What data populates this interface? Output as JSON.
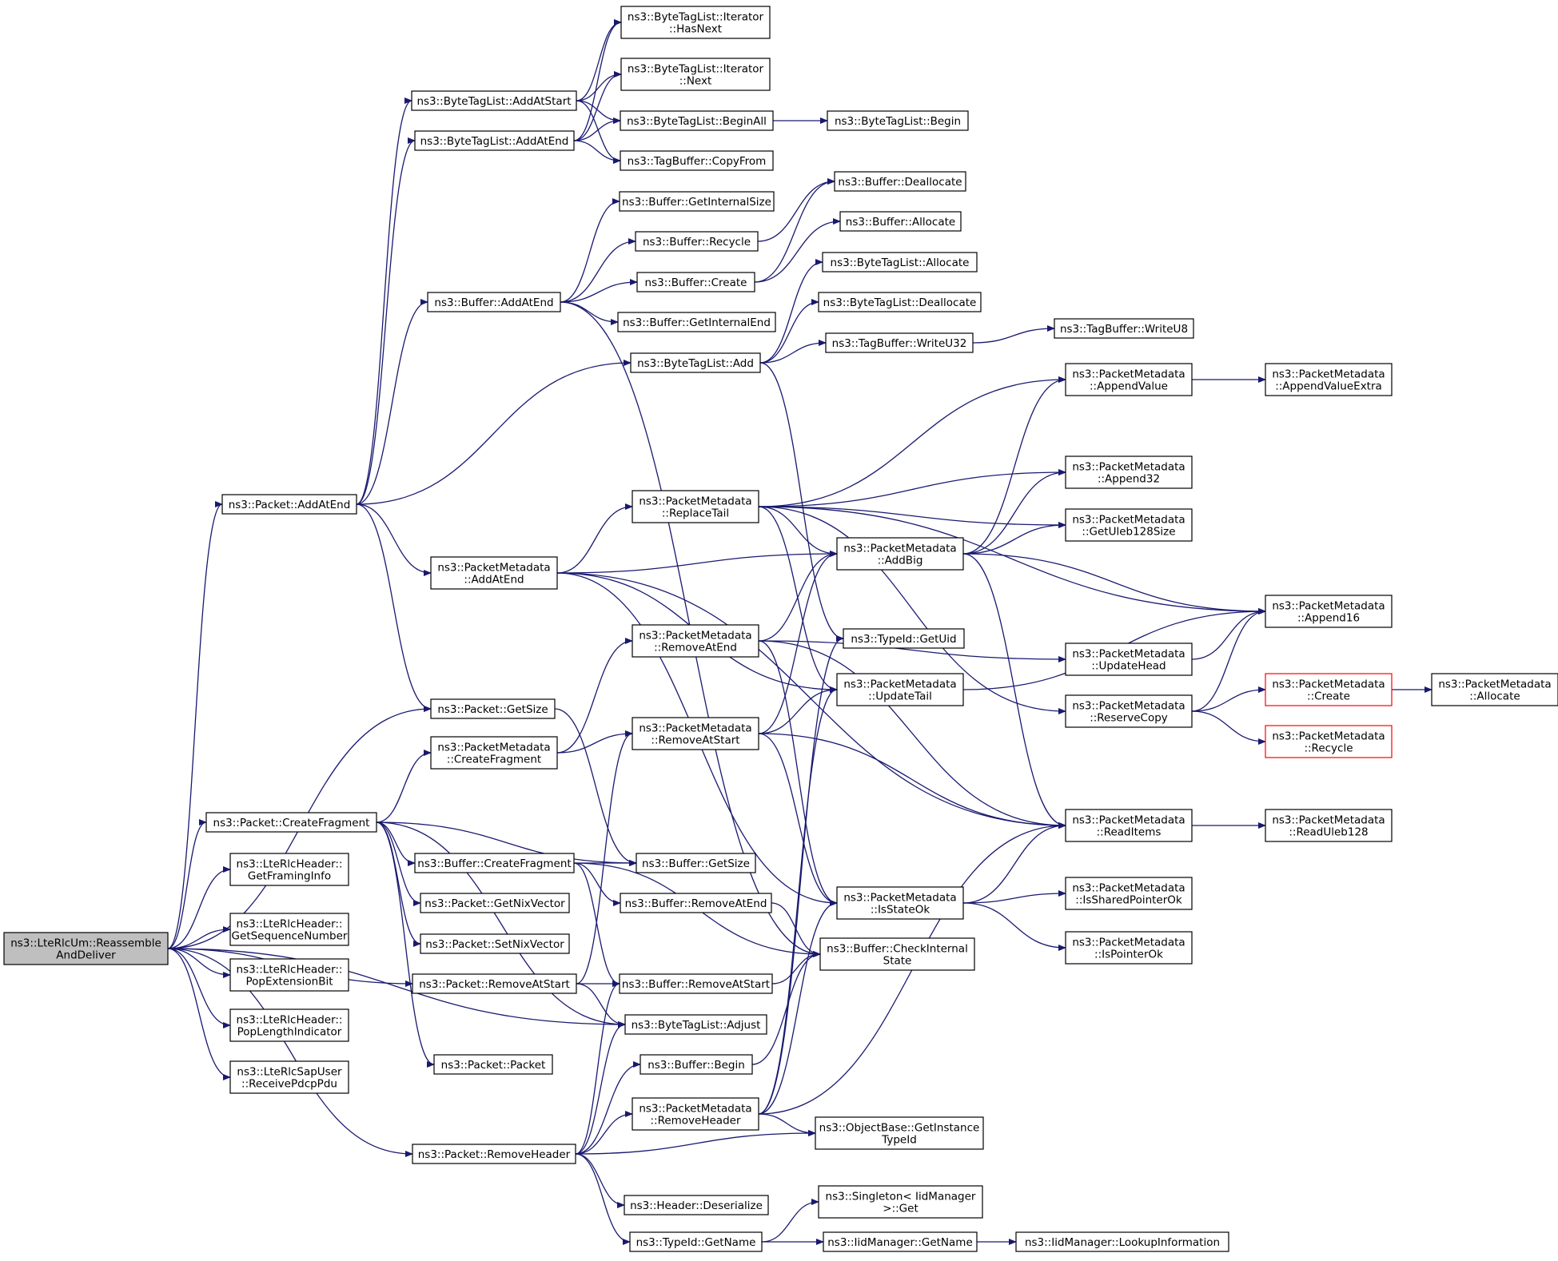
{
  "colors": {
    "edge": "#191970",
    "root_fill": "#bfbfbf",
    "missing_border": "#ff0000",
    "node_border": "#000000"
  },
  "nodes": [
    {
      "id": "root",
      "lines": [
        "ns3::LteRlcUm::Reassemble",
        "AndDeliver"
      ],
      "style": "root"
    },
    {
      "id": "pkt_addatend",
      "lines": [
        "ns3::Packet::AddAtEnd"
      ]
    },
    {
      "id": "pkt_createfrag",
      "lines": [
        "ns3::Packet::CreateFragment"
      ]
    },
    {
      "id": "hdr_framing",
      "lines": [
        "ns3::LteRlcHeader::",
        "GetFramingInfo"
      ]
    },
    {
      "id": "hdr_seqnum",
      "lines": [
        "ns3::LteRlcHeader::",
        "GetSequenceNumber"
      ]
    },
    {
      "id": "hdr_popext",
      "lines": [
        "ns3::LteRlcHeader::",
        "PopExtensionBit"
      ]
    },
    {
      "id": "hdr_poplen",
      "lines": [
        "ns3::LteRlcHeader::",
        "PopLengthIndicator"
      ]
    },
    {
      "id": "sap_recv",
      "lines": [
        "ns3::LteRlcSapUser",
        "::ReceivePdcpPdu"
      ]
    },
    {
      "id": "btl_addatstart",
      "lines": [
        "ns3::ByteTagList::AddAtStart"
      ]
    },
    {
      "id": "btl_addatend",
      "lines": [
        "ns3::ByteTagList::AddAtEnd"
      ]
    },
    {
      "id": "buf_addatend",
      "lines": [
        "ns3::Buffer::AddAtEnd"
      ]
    },
    {
      "id": "pm_addatend",
      "lines": [
        "ns3::PacketMetadata",
        "::AddAtEnd"
      ]
    },
    {
      "id": "pkt_getsize",
      "lines": [
        "ns3::Packet::GetSize"
      ]
    },
    {
      "id": "pm_createfrag",
      "lines": [
        "ns3::PacketMetadata",
        "::CreateFragment"
      ]
    },
    {
      "id": "buf_createfrag",
      "lines": [
        "ns3::Buffer::CreateFragment"
      ]
    },
    {
      "id": "pkt_getnix",
      "lines": [
        "ns3::Packet::GetNixVector"
      ]
    },
    {
      "id": "pkt_setnix",
      "lines": [
        "ns3::Packet::SetNixVector"
      ]
    },
    {
      "id": "pkt_removeatstart",
      "lines": [
        "ns3::Packet::RemoveAtStart"
      ]
    },
    {
      "id": "pkt_packet",
      "lines": [
        "ns3::Packet::Packet"
      ]
    },
    {
      "id": "pkt_removeheader",
      "lines": [
        "ns3::Packet::RemoveHeader"
      ]
    },
    {
      "id": "iter_hasnext",
      "lines": [
        "ns3::ByteTagList::Iterator",
        "::HasNext"
      ]
    },
    {
      "id": "iter_next",
      "lines": [
        "ns3::ByteTagList::Iterator",
        "::Next"
      ]
    },
    {
      "id": "btl_beginall",
      "lines": [
        "ns3::ByteTagList::BeginAll"
      ]
    },
    {
      "id": "tb_copyfrom",
      "lines": [
        "ns3::TagBuffer::CopyFrom"
      ]
    },
    {
      "id": "buf_getinternalsize",
      "lines": [
        "ns3::Buffer::GetInternalSize"
      ]
    },
    {
      "id": "buf_recycle",
      "lines": [
        "ns3::Buffer::Recycle"
      ]
    },
    {
      "id": "buf_create",
      "lines": [
        "ns3::Buffer::Create"
      ]
    },
    {
      "id": "buf_getinternalend",
      "lines": [
        "ns3::Buffer::GetInternalEnd"
      ]
    },
    {
      "id": "btl_add",
      "lines": [
        "ns3::ByteTagList::Add"
      ]
    },
    {
      "id": "pm_replacetail",
      "lines": [
        "ns3::PacketMetadata",
        "::ReplaceTail"
      ]
    },
    {
      "id": "pm_removeatend",
      "lines": [
        "ns3::PacketMetadata",
        "::RemoveAtEnd"
      ]
    },
    {
      "id": "pm_removeatstart",
      "lines": [
        "ns3::PacketMetadata",
        "::RemoveAtStart"
      ]
    },
    {
      "id": "buf_getsize",
      "lines": [
        "ns3::Buffer::GetSize"
      ]
    },
    {
      "id": "buf_removeatend",
      "lines": [
        "ns3::Buffer::RemoveAtEnd"
      ]
    },
    {
      "id": "buf_removeatstart",
      "lines": [
        "ns3::Buffer::RemoveAtStart"
      ]
    },
    {
      "id": "btl_adjust",
      "lines": [
        "ns3::ByteTagList::Adjust"
      ]
    },
    {
      "id": "buf_begin",
      "lines": [
        "ns3::Buffer::Begin"
      ]
    },
    {
      "id": "pm_removeheader",
      "lines": [
        "ns3::PacketMetadata",
        "::RemoveHeader"
      ]
    },
    {
      "id": "hdr_deserialize",
      "lines": [
        "ns3::Header::Deserialize"
      ]
    },
    {
      "id": "tid_getname",
      "lines": [
        "ns3::TypeId::GetName"
      ]
    },
    {
      "id": "btl_begin",
      "lines": [
        "ns3::ByteTagList::Begin"
      ]
    },
    {
      "id": "buf_dealloc",
      "lines": [
        "ns3::Buffer::Deallocate"
      ]
    },
    {
      "id": "buf_alloc",
      "lines": [
        "ns3::Buffer::Allocate"
      ]
    },
    {
      "id": "btl_alloc",
      "lines": [
        "ns3::ByteTagList::Allocate"
      ]
    },
    {
      "id": "btl_dealloc",
      "lines": [
        "ns3::ByteTagList::Deallocate"
      ]
    },
    {
      "id": "tb_writeu32",
      "lines": [
        "ns3::TagBuffer::WriteU32"
      ]
    },
    {
      "id": "pm_addbig",
      "lines": [
        "ns3::PacketMetadata",
        "::AddBig"
      ]
    },
    {
      "id": "tid_getuid",
      "lines": [
        "ns3::TypeId::GetUid"
      ]
    },
    {
      "id": "pm_updatetail",
      "lines": [
        "ns3::PacketMetadata",
        "::UpdateTail"
      ]
    },
    {
      "id": "pm_isstateok",
      "lines": [
        "ns3::PacketMetadata",
        "::IsStateOk"
      ]
    },
    {
      "id": "buf_checkinternal",
      "lines": [
        "ns3::Buffer::CheckInternal",
        "State"
      ]
    },
    {
      "id": "ob_getinstance",
      "lines": [
        "ns3::ObjectBase::GetInstance",
        "TypeId"
      ]
    },
    {
      "id": "singleton_get",
      "lines": [
        "ns3::Singleton< IidManager",
        ">::Get"
      ]
    },
    {
      "id": "iid_getname",
      "lines": [
        "ns3::IidManager::GetName"
      ]
    },
    {
      "id": "tb_writeu8",
      "lines": [
        "ns3::TagBuffer::WriteU8"
      ]
    },
    {
      "id": "pm_appendvalue",
      "lines": [
        "ns3::PacketMetadata",
        "::AppendValue"
      ]
    },
    {
      "id": "pm_append32",
      "lines": [
        "ns3::PacketMetadata",
        "::Append32"
      ]
    },
    {
      "id": "pm_getuleb",
      "lines": [
        "ns3::PacketMetadata",
        "::GetUleb128Size"
      ]
    },
    {
      "id": "pm_updatehead",
      "lines": [
        "ns3::PacketMetadata",
        "::UpdateHead"
      ]
    },
    {
      "id": "pm_reservecopy",
      "lines": [
        "ns3::PacketMetadata",
        "::ReserveCopy"
      ]
    },
    {
      "id": "pm_readitems",
      "lines": [
        "ns3::PacketMetadata",
        "::ReadItems"
      ]
    },
    {
      "id": "pm_issharedptr",
      "lines": [
        "ns3::PacketMetadata",
        "::IsSharedPointerOk"
      ]
    },
    {
      "id": "pm_isptr",
      "lines": [
        "ns3::PacketMetadata",
        "::IsPointerOk"
      ]
    },
    {
      "id": "iid_lookup",
      "lines": [
        "ns3::IidManager::LookupInformation"
      ]
    },
    {
      "id": "pm_appendvalueextra",
      "lines": [
        "ns3::PacketMetadata",
        "::AppendValueExtra"
      ]
    },
    {
      "id": "pm_append16",
      "lines": [
        "ns3::PacketMetadata",
        "::Append16"
      ]
    },
    {
      "id": "pm_create",
      "lines": [
        "ns3::PacketMetadata",
        "::Create"
      ],
      "style": "missing"
    },
    {
      "id": "pm_recycle",
      "lines": [
        "ns3::PacketMetadata",
        "::Recycle"
      ],
      "style": "missing"
    },
    {
      "id": "pm_readuleb",
      "lines": [
        "ns3::PacketMetadata",
        "::ReadUleb128"
      ]
    },
    {
      "id": "pm_allocate",
      "lines": [
        "ns3::PacketMetadata",
        "::Allocate"
      ]
    }
  ],
  "edges": [
    [
      "root",
      "pkt_addatend"
    ],
    [
      "root",
      "pkt_getsize"
    ],
    [
      "root",
      "pkt_createfrag"
    ],
    [
      "root",
      "hdr_framing"
    ],
    [
      "root",
      "hdr_seqnum"
    ],
    [
      "root",
      "hdr_popext"
    ],
    [
      "root",
      "hdr_poplen"
    ],
    [
      "root",
      "sap_recv"
    ],
    [
      "root",
      "pkt_removeatstart"
    ],
    [
      "root",
      "pkt_removeheader"
    ],
    [
      "root",
      "btl_adjust"
    ],
    [
      "pkt_addatend",
      "btl_addatstart"
    ],
    [
      "pkt_addatend",
      "btl_addatend"
    ],
    [
      "pkt_addatend",
      "buf_addatend"
    ],
    [
      "pkt_addatend",
      "btl_add"
    ],
    [
      "pkt_addatend",
      "pm_addatend"
    ],
    [
      "pkt_addatend",
      "pkt_getsize"
    ],
    [
      "btl_addatstart",
      "iter_hasnext"
    ],
    [
      "btl_addatstart",
      "iter_next"
    ],
    [
      "btl_addatstart",
      "btl_beginall"
    ],
    [
      "btl_addatstart",
      "tb_copyfrom"
    ],
    [
      "btl_addatend",
      "iter_hasnext"
    ],
    [
      "btl_addatend",
      "iter_next"
    ],
    [
      "btl_addatend",
      "btl_beginall"
    ],
    [
      "btl_addatend",
      "tb_copyfrom"
    ],
    [
      "btl_beginall",
      "btl_begin"
    ],
    [
      "buf_addatend",
      "buf_getinternalsize"
    ],
    [
      "buf_addatend",
      "buf_recycle"
    ],
    [
      "buf_addatend",
      "buf_create"
    ],
    [
      "buf_addatend",
      "buf_getinternalend"
    ],
    [
      "buf_addatend",
      "buf_checkinternal"
    ],
    [
      "buf_recycle",
      "buf_dealloc"
    ],
    [
      "buf_create",
      "buf_dealloc"
    ],
    [
      "buf_create",
      "buf_alloc"
    ],
    [
      "btl_add",
      "btl_alloc"
    ],
    [
      "btl_add",
      "btl_dealloc"
    ],
    [
      "btl_add",
      "tb_writeu32"
    ],
    [
      "btl_add",
      "tid_getuid"
    ],
    [
      "tb_writeu32",
      "tb_writeu8"
    ],
    [
      "pm_addatend",
      "pm_replacetail"
    ],
    [
      "pm_addatend",
      "pm_addbig"
    ],
    [
      "pm_addatend",
      "pm_updatetail"
    ],
    [
      "pm_addatend",
      "pm_isstateok"
    ],
    [
      "pm_addatend",
      "pm_readitems"
    ],
    [
      "pm_replacetail",
      "pm_appendvalue"
    ],
    [
      "pm_replacetail",
      "pm_append16"
    ],
    [
      "pm_replacetail",
      "pm_append32"
    ],
    [
      "pm_replacetail",
      "pm_getuleb"
    ],
    [
      "pm_replacetail",
      "pm_addbig"
    ],
    [
      "pm_replacetail",
      "pm_updatetail"
    ],
    [
      "pm_replacetail",
      "pm_reservecopy"
    ],
    [
      "pm_addbig",
      "pm_appendvalue"
    ],
    [
      "pm_addbig",
      "pm_append32"
    ],
    [
      "pm_addbig",
      "pm_getuleb"
    ],
    [
      "pm_addbig",
      "pm_append16"
    ],
    [
      "pm_addbig",
      "pm_readitems"
    ],
    [
      "pm_appendvalue",
      "pm_appendvalueextra"
    ],
    [
      "pm_updatetail",
      "pm_append16"
    ],
    [
      "pm_updatehead",
      "pm_append16"
    ],
    [
      "pm_reservecopy",
      "pm_append16"
    ],
    [
      "pm_reservecopy",
      "pm_create"
    ],
    [
      "pm_reservecopy",
      "pm_recycle"
    ],
    [
      "pm_create",
      "pm_allocate"
    ],
    [
      "pm_readitems",
      "pm_readuleb"
    ],
    [
      "pm_isstateok",
      "pm_readitems"
    ],
    [
      "pm_isstateok",
      "pm_issharedptr"
    ],
    [
      "pm_isstateok",
      "pm_isptr"
    ],
    [
      "pkt_getsize",
      "buf_getsize"
    ],
    [
      "pkt_createfrag",
      "pm_createfrag"
    ],
    [
      "pkt_createfrag",
      "buf_createfrag"
    ],
    [
      "pkt_createfrag",
      "buf_getsize"
    ],
    [
      "pkt_createfrag",
      "pkt_getnix"
    ],
    [
      "pkt_createfrag",
      "pkt_setnix"
    ],
    [
      "pkt_createfrag",
      "pkt_packet"
    ],
    [
      "pkt_createfrag",
      "btl_adjust"
    ],
    [
      "pm_createfrag",
      "pm_removeatend"
    ],
    [
      "pm_createfrag",
      "pm_removeatstart"
    ],
    [
      "pm_removeatend",
      "pm_addbig"
    ],
    [
      "pm_removeatend",
      "pm_updatehead"
    ],
    [
      "pm_removeatend",
      "pm_readitems"
    ],
    [
      "pm_removeatend",
      "pm_isstateok"
    ],
    [
      "pm_removeatstart",
      "pm_addbig"
    ],
    [
      "pm_removeatstart",
      "pm_updatetail"
    ],
    [
      "pm_removeatstart",
      "pm_readitems"
    ],
    [
      "pm_removeatstart",
      "pm_isstateok"
    ],
    [
      "buf_createfrag",
      "buf_getsize"
    ],
    [
      "buf_createfrag",
      "buf_removeatend"
    ],
    [
      "buf_createfrag",
      "buf_removeatstart"
    ],
    [
      "buf_createfrag",
      "buf_checkinternal"
    ],
    [
      "buf_removeatend",
      "buf_checkinternal"
    ],
    [
      "buf_removeatstart",
      "buf_checkinternal"
    ],
    [
      "pkt_removeatstart",
      "pm_removeatstart"
    ],
    [
      "pkt_removeatstart",
      "buf_removeatstart"
    ],
    [
      "pkt_removeatstart",
      "btl_adjust"
    ],
    [
      "pkt_removeheader",
      "buf_begin"
    ],
    [
      "pkt_removeheader",
      "pm_removeheader"
    ],
    [
      "pkt_removeheader",
      "ob_getinstance"
    ],
    [
      "pkt_removeheader",
      "hdr_deserialize"
    ],
    [
      "pkt_removeheader",
      "tid_getname"
    ],
    [
      "pkt_removeheader",
      "btl_adjust"
    ],
    [
      "pkt_removeheader",
      "buf_removeatstart"
    ],
    [
      "buf_begin",
      "buf_checkinternal"
    ],
    [
      "pm_removeheader",
      "ob_getinstance"
    ],
    [
      "pm_removeheader",
      "tid_getuid"
    ],
    [
      "pm_removeheader",
      "pm_isstateok"
    ],
    [
      "pm_removeheader",
      "pm_readitems"
    ],
    [
      "pm_removeheader",
      "pm_updatetail"
    ],
    [
      "tid_getname",
      "singleton_get"
    ],
    [
      "tid_getname",
      "iid_getname"
    ],
    [
      "iid_getname",
      "iid_lookup"
    ]
  ]
}
